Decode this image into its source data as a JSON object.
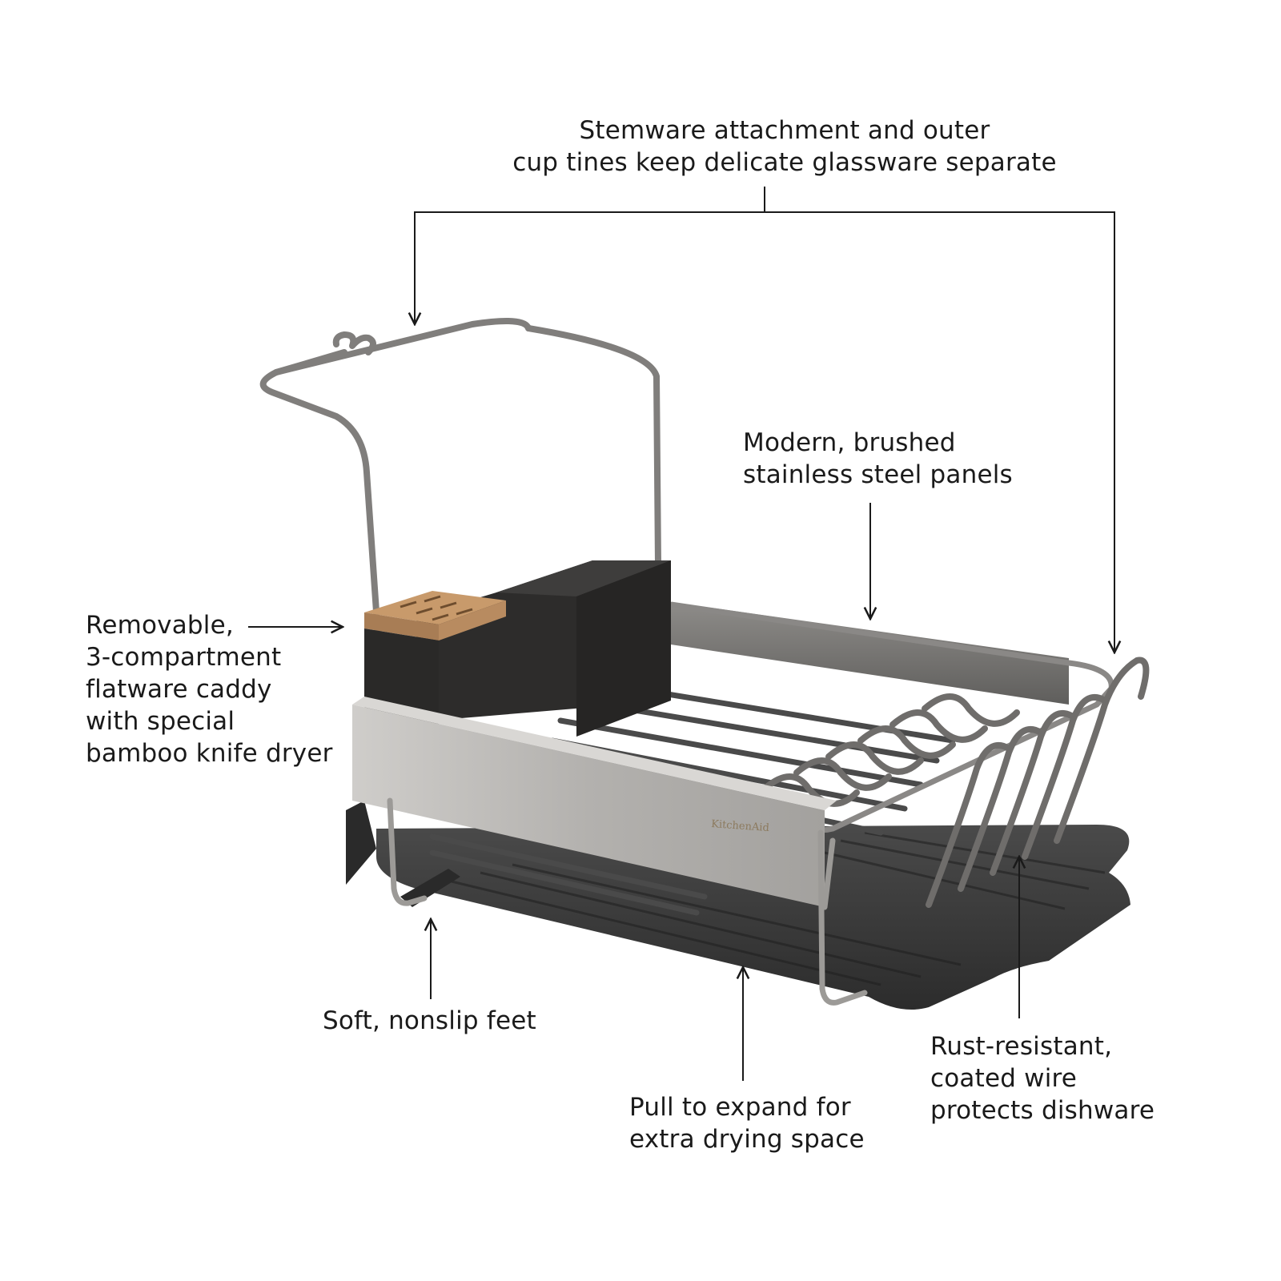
{
  "callouts": {
    "stemware": {
      "line1": "Stemware attachment and outer",
      "line2": "cup tines keep delicate glassware separate"
    },
    "panels": {
      "line1": "Modern, brushed",
      "line2": "stainless steel panels"
    },
    "caddy": {
      "line1": "Removable,",
      "line2": "3-compartment",
      "line3": "flatware caddy",
      "line4": "with special",
      "line5": "bamboo knife dryer"
    },
    "feet": {
      "line1": "Soft, nonslip feet"
    },
    "expand": {
      "line1": "Pull to expand for",
      "line2": "extra drying space"
    },
    "wire": {
      "line1": "Rust-resistant,",
      "line2": "coated wire",
      "line3": "protects dishware"
    }
  },
  "product": {
    "brand_mark": "KitchenAid"
  },
  "colors": {
    "steel": "#b9b7b3",
    "wire": "#7d7b79",
    "caddy": "#2e2d2c",
    "tray": "#3b3b3b",
    "bamboo": "#c89a6b",
    "text": "#1a1a1a"
  }
}
